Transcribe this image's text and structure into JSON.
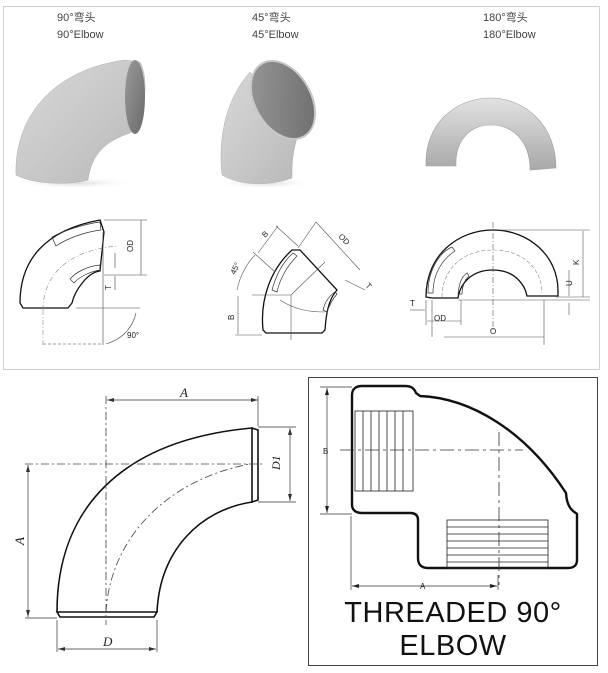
{
  "top_panel": {
    "columns": [
      {
        "label_cn": "90°弯头",
        "label_en": "90°Elbow"
      },
      {
        "label_cn": "45°弯头",
        "label_en": "45°Elbow"
      },
      {
        "label_cn": "180°弯头",
        "label_en": "180°Elbow"
      }
    ],
    "diagrams": {
      "elbow90": {
        "dims": [
          "OD",
          "T",
          "90°"
        ]
      },
      "elbow45": {
        "dims": [
          "B",
          "OD",
          "45°",
          "B",
          "T"
        ]
      },
      "elbow180": {
        "dims": [
          "K",
          "U",
          "T",
          "OD",
          "O"
        ]
      }
    }
  },
  "bottom_left": {
    "dims": {
      "top": "A",
      "left": "A",
      "bottom": "D",
      "right": "D1"
    }
  },
  "bottom_right": {
    "dims": {
      "vertical": "B",
      "horizontal": "A"
    },
    "title_line1": "THREADED 90°",
    "title_line2": "ELBOW"
  }
}
